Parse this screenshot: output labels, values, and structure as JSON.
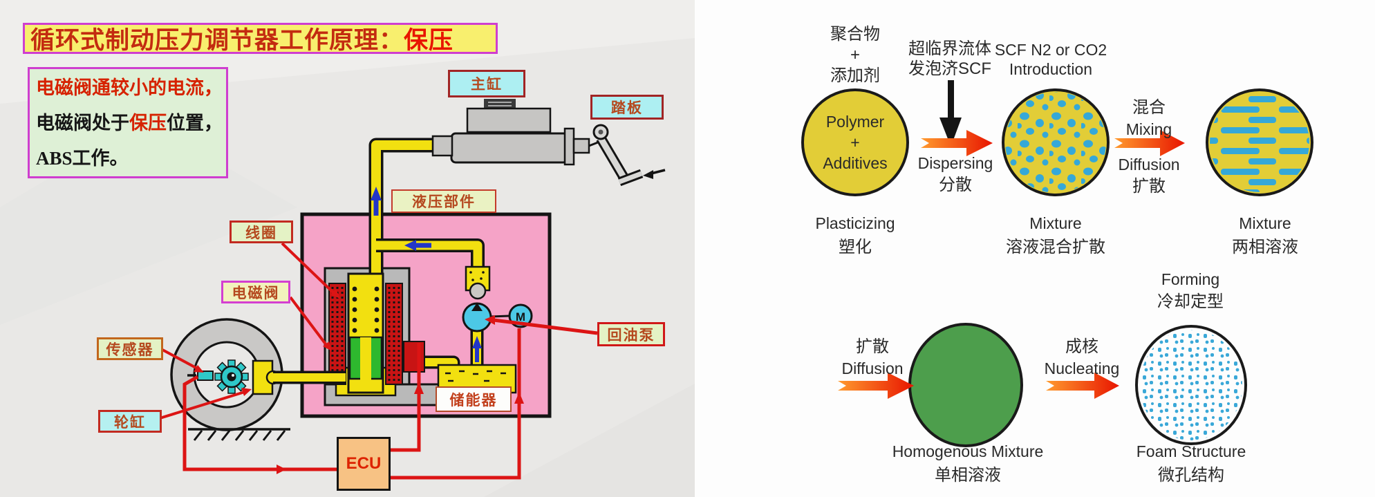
{
  "left_panel": {
    "title": {
      "text_main": "循环式制动压力调节器工作原理：",
      "text_highlight": "保压"
    },
    "description": {
      "line1": "电磁阀通较小的电流，",
      "line2_pre": "电磁阀处于",
      "line2_highlight": "保压",
      "line2_post": "位置，",
      "line3": "ABS工作。"
    },
    "labels": {
      "master_cylinder": "主缸",
      "pedal": "踏板",
      "hydraulic_unit": "液压部件",
      "coil": "线圈",
      "solenoid_valve": "电磁阀",
      "sensor": "传感器",
      "wheel_cylinder": "轮缸",
      "return_pump": "回油泵",
      "accumulator": "储能器",
      "ecu": "ECU",
      "motor": "M"
    },
    "colors": {
      "title_bg": "#f8ef6e",
      "box_border_magenta": "#cf3ecf",
      "desc_bg": "#def0d6",
      "hydraulic_box_pink": "#f5a3c7",
      "pipe_yellow": "#f2e010",
      "coil_red": "#c81414",
      "valve_green": "#2eb82e",
      "pump_cyan": "#4cc8e6",
      "wire_red": "#dc1414",
      "arrow_blue": "#2236c8",
      "ecu_orange": "#f7c284"
    }
  },
  "right_panel": {
    "stage1": {
      "header_lines": [
        "聚合物",
        "+",
        "添加剂"
      ],
      "circle_lines": [
        "Polymer",
        "+",
        "Additives"
      ],
      "caption_en": "Plasticizing",
      "caption_zh": "塑化"
    },
    "scf_header": {
      "line1": "超临界流体",
      "line2": "发泡济SCF"
    },
    "scf_intro": {
      "line1": "SCF N2 or CO2",
      "line2": "Introduction"
    },
    "arrow1": {
      "label_en": "Dispersing",
      "label_zh": "分散"
    },
    "stage2": {
      "caption_en": "Mixture",
      "caption_zh": "溶液混合扩散"
    },
    "arrow2": {
      "above_zh": "混合",
      "above_en": "Mixing",
      "below_en": "Diffusion",
      "below_zh": "扩散"
    },
    "stage3": {
      "caption_en": "Mixture",
      "caption_zh": "两相溶液"
    },
    "forming": {
      "line_en": "Forming",
      "line_zh": "冷却定型"
    },
    "arrow3": {
      "above_zh": "扩散",
      "above_en": "Diffusion"
    },
    "stage4": {
      "caption_en": "Homogenous Mixture",
      "caption_zh": "单相溶液"
    },
    "arrow4": {
      "above_zh": "成核",
      "above_en": "Nucleating"
    },
    "stage5": {
      "caption_en": "Foam Structure",
      "caption_zh": "微孔结构"
    },
    "colors": {
      "circle_yellow": "#e2cd37",
      "bubble_blue": "#35a8d8",
      "mixture_green": "#4d9e4c",
      "arrow_gradient_start": "#ff9a2e",
      "arrow_gradient_end": "#e81500"
    }
  }
}
